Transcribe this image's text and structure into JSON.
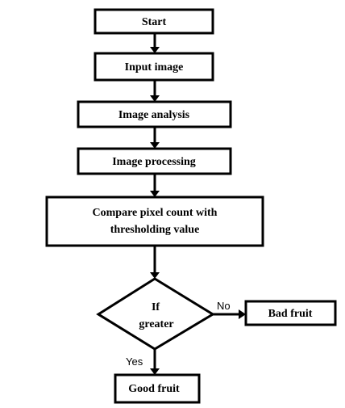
{
  "nodes": {
    "start": "Start",
    "input_image": "Input image",
    "image_analysis": "Image analysis",
    "image_processing": "Image processing",
    "compare_line1": "Compare pixel count with",
    "compare_line2": "thresholding value",
    "decision_line1": "If",
    "decision_line2": "greater",
    "bad_fruit": "Bad fruit",
    "good_fruit": "Good fruit"
  },
  "edges": {
    "no_label": "No",
    "yes_label": "Yes"
  },
  "colors": {
    "stroke": "#000000",
    "background": "#ffffff"
  }
}
